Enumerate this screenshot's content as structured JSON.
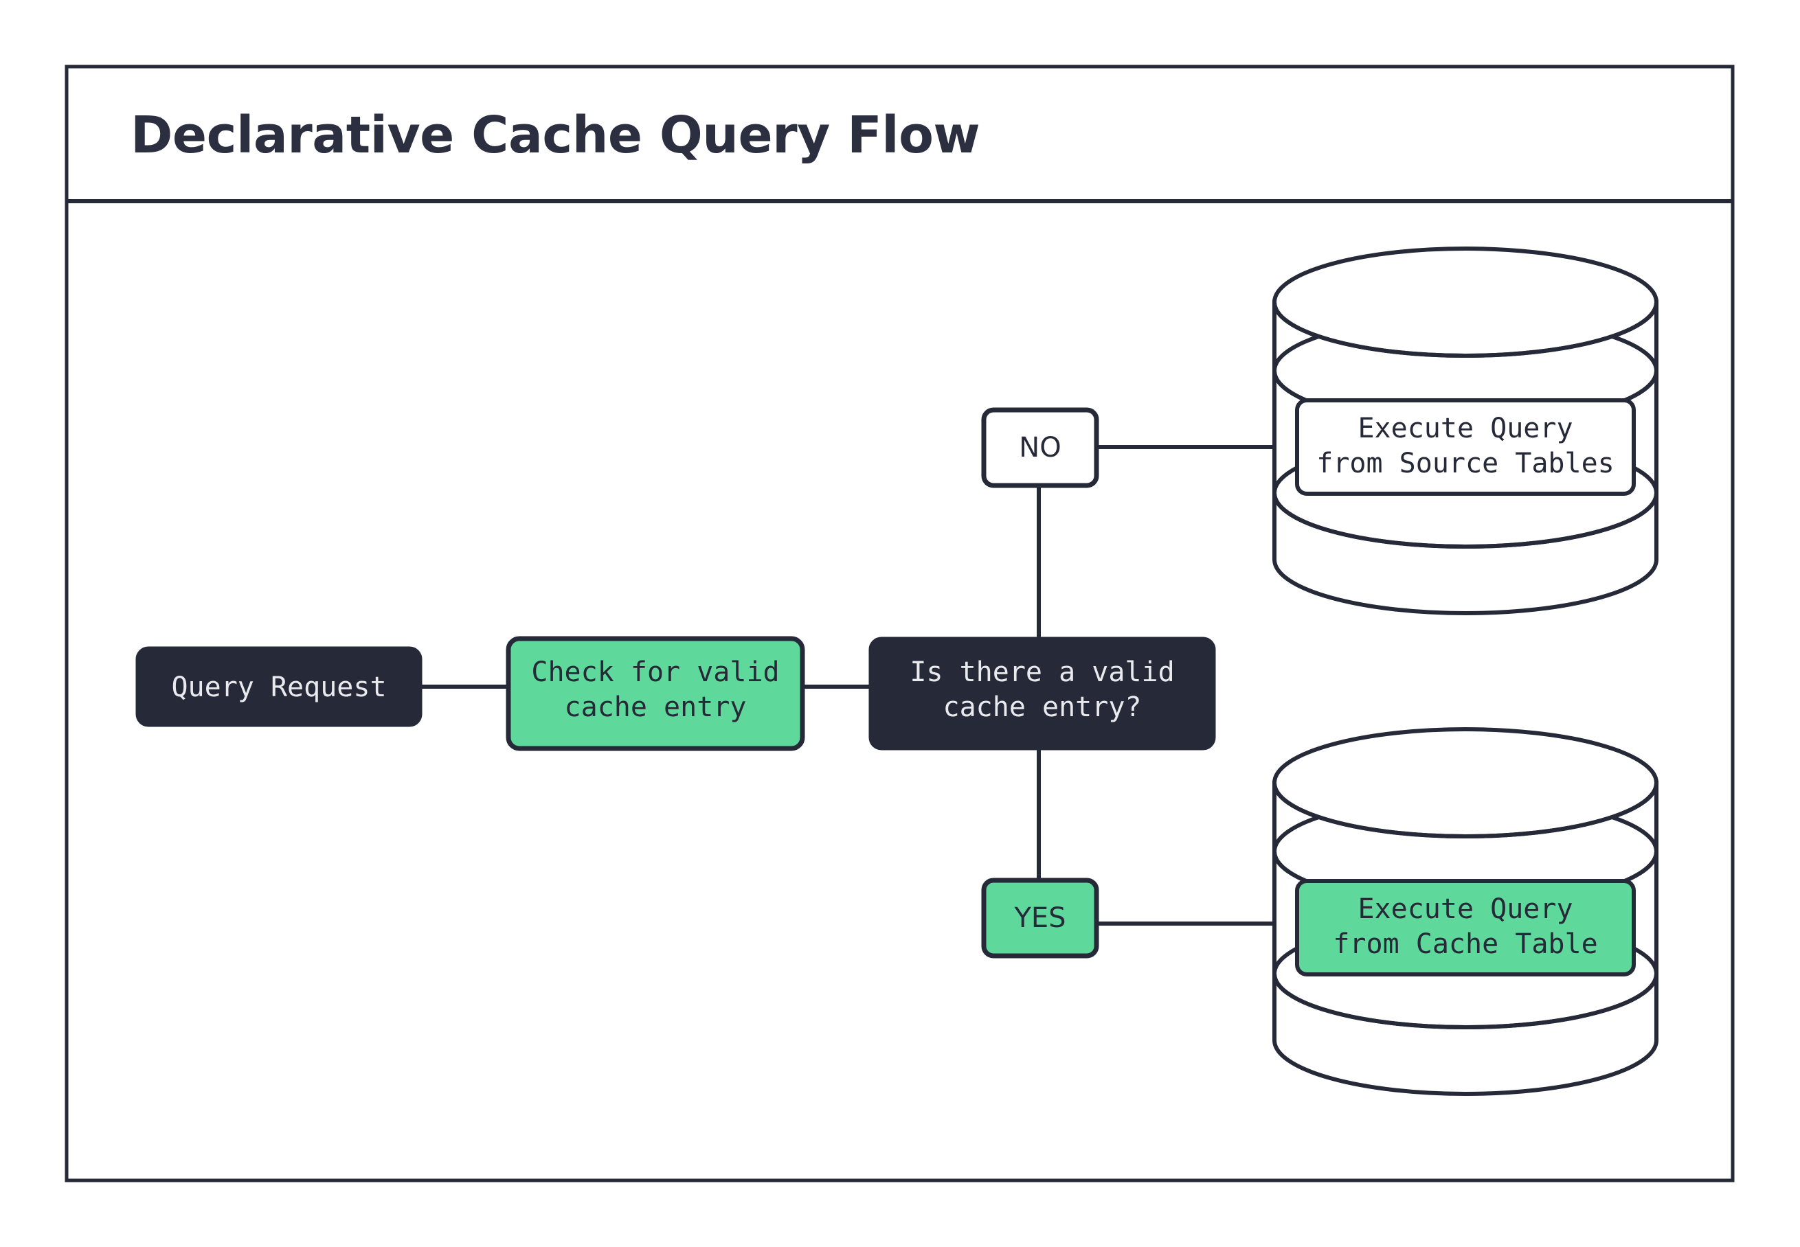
{
  "diagram": {
    "title": "Declarative Cache Query Flow",
    "colors": {
      "dark": "#262a38",
      "green": "#5fd99b",
      "white": "#ffffff",
      "light_text": "#e9eaee"
    },
    "nodes": {
      "start": {
        "label": "Query Request",
        "style": "dark-filled",
        "shape": "rounded-rect"
      },
      "check": {
        "label_line1": "Check for valid",
        "label_line2": "cache entry",
        "style": "green-filled",
        "shape": "rounded-rect"
      },
      "decision": {
        "label_line1": "Is there a valid",
        "label_line2": "cache entry?",
        "style": "dark-filled",
        "shape": "rounded-rect"
      },
      "branch_no": {
        "label": "NO",
        "style": "white-filled",
        "shape": "rounded-rect"
      },
      "branch_yes": {
        "label": "YES",
        "style": "green-filled",
        "shape": "rounded-rect"
      },
      "source_db": {
        "label_line1": "Execute Query",
        "label_line2": "from Source Tables",
        "style": "white-filled",
        "shape": "database-cylinder"
      },
      "cache_db": {
        "label_line1": "Execute Query",
        "label_line2": "from Cache Table",
        "style": "green-filled",
        "shape": "database-cylinder"
      }
    },
    "edges": [
      {
        "from": "start",
        "to": "check",
        "label": ""
      },
      {
        "from": "check",
        "to": "decision",
        "label": ""
      },
      {
        "from": "decision",
        "to": "branch_no",
        "label": "NO"
      },
      {
        "from": "branch_no",
        "to": "source_db",
        "label": ""
      },
      {
        "from": "decision",
        "to": "branch_yes",
        "label": "YES"
      },
      {
        "from": "branch_yes",
        "to": "cache_db",
        "label": ""
      }
    ]
  }
}
